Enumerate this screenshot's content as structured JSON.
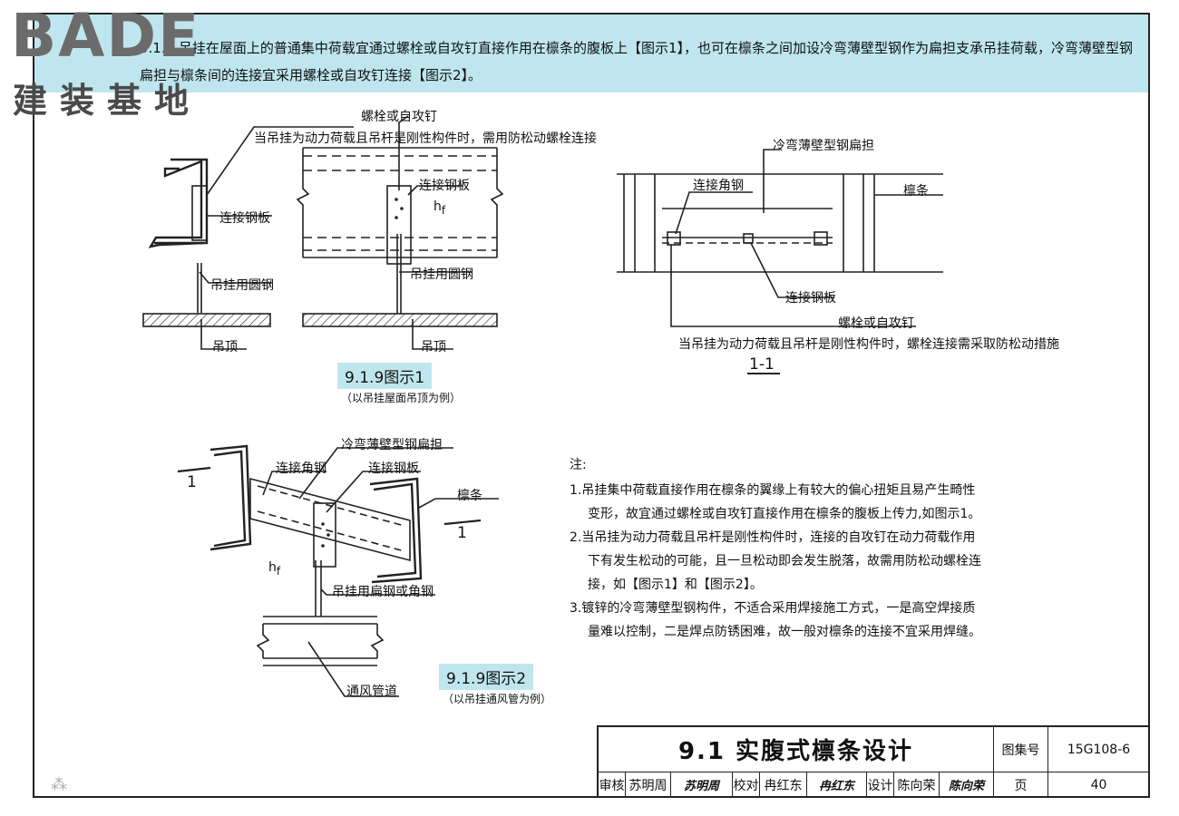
{
  "logo": {
    "latin": "BADE",
    "chinese": "建装基地"
  },
  "clause": {
    "text": "9.1.9  吊挂在屋面上的普通集中荷载宜通过螺栓或自攻钉直接作用在檩条的腹板上【图示1】，也可在檩条之间加设冷弯薄壁型钢作为扁担支承吊挂荷载，冷弯薄壁型钢扁担与檩条间的连接宜采用螺栓或自攻钉连接【图示2】。"
  },
  "fig1": {
    "labels": {
      "bolt_top": "螺栓或自攻钉",
      "anti_loose_note": "当吊挂为动力荷载且吊杆是刚性构件时，需用防松动螺栓连接",
      "plate_left": "连接钢板",
      "plate_right": "连接钢板",
      "weld": "h",
      "weld_sub": "f",
      "rod_left": "吊挂用圆钢",
      "rod_right": "吊挂用圆钢",
      "ceiling_left": "吊顶",
      "ceiling_right": "吊顶"
    },
    "title": "9.1.9图示1",
    "subtitle": "（以吊挂屋面吊顶为例）"
  },
  "section": {
    "labels": {
      "carrier": "冷弯薄壁型钢扁担",
      "angle": "连接角钢",
      "purlin": "檩条",
      "plate": "连接钢板",
      "bolt": "螺栓或自攻钉",
      "note": "当吊挂为动力荷载且吊杆是刚性构件时，螺栓连接需采取防松动措施"
    },
    "title": "1-1"
  },
  "fig2": {
    "labels": {
      "carrier": "冷弯薄壁型钢扁担",
      "angle": "连接角钢",
      "plate": "连接钢板",
      "purlin": "檩条",
      "cut_left": "1",
      "cut_right": "1",
      "weld": "h",
      "weld_sub": "f",
      "hanger": "吊挂用扁钢或角钢",
      "duct": "通风管道"
    },
    "title": "9.1.9图示2",
    "subtitle": "（以吊挂通风管为例）"
  },
  "notes": {
    "heading": "注:",
    "items": [
      {
        "first": "1.吊挂集中荷载直接作用在檩条的翼缘上有较大的偏心扭矩且易产生畸性",
        "rest": [
          "变形，故宜通过螺栓或自攻钉直接作用在檩条的腹板上传力,如图示1。"
        ]
      },
      {
        "first": "2.当吊挂为动力荷载且吊杆是刚性构件时，连接的自攻钉在动力荷载作用",
        "rest": [
          "下有发生松动的可能，且一旦松动即会发生脱落，故需用防松动螺栓连",
          "接，如【图示1】和【图示2】。"
        ]
      },
      {
        "first": "3.镀锌的冷弯薄壁型钢构件，不适合采用焊接施工方式，一是高空焊接质",
        "rest": [
          "量难以控制，二是焊点防锈困难，故一般对檩条的连接不宜采用焊缝。"
        ]
      }
    ]
  },
  "title_block": {
    "title": "9.1  实腹式檩条设计",
    "atlas_label": "图集号",
    "atlas_no": "15G108-6",
    "review_label": "审核",
    "reviewer": "苏明周",
    "reviewer_sig": "苏明周",
    "check_label": "校对",
    "checker": "冉红东",
    "checker_sig": "冉红东",
    "design_label": "设计",
    "designer": "陈向荣",
    "designer_sig": "陈向荣",
    "page_label": "页",
    "page_no": "40"
  }
}
